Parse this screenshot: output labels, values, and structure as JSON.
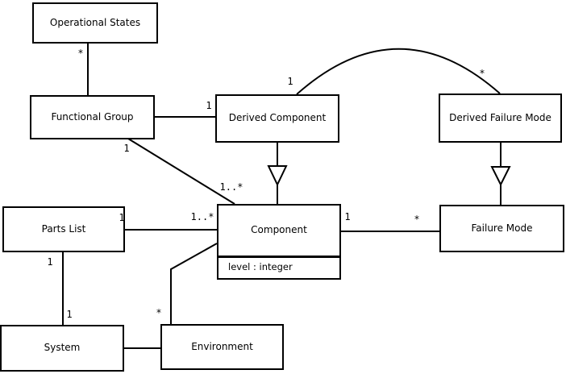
{
  "diagram": {
    "kind": "uml-class-diagram",
    "line_color": "#000000",
    "background_color": "#ffffff",
    "classes": [
      {
        "id": "operational-states",
        "label": "Operational States"
      },
      {
        "id": "functional-group",
        "label": "Functional Group"
      },
      {
        "id": "derived-component",
        "label": "Derived Component"
      },
      {
        "id": "derived-failure-mode",
        "label": "Derived Failure Mode"
      },
      {
        "id": "component",
        "label": "Component",
        "attributes": [
          "level : integer"
        ]
      },
      {
        "id": "failure-mode",
        "label": "Failure Mode"
      },
      {
        "id": "parts-list",
        "label": "Parts List"
      },
      {
        "id": "system",
        "label": "System"
      },
      {
        "id": "environment",
        "label": "Environment"
      }
    ],
    "multiplicities": [
      {
        "assoc": "operational-states/functional-group",
        "end": "operational-states",
        "text": "*"
      },
      {
        "assoc": "functional-group/derived-component",
        "end": "derived-component",
        "text": "1"
      },
      {
        "assoc": "functional-group/component",
        "end": "functional-group",
        "text": "1"
      },
      {
        "assoc": "functional-group/component",
        "end": "component",
        "text": "1..*"
      },
      {
        "assoc": "parts-list/component",
        "end": "parts-list",
        "text": "1"
      },
      {
        "assoc": "parts-list/component",
        "end": "component",
        "text": "1..*"
      },
      {
        "assoc": "parts-list/system",
        "end": "parts-list",
        "text": "1"
      },
      {
        "assoc": "parts-list/system",
        "end": "system",
        "text": "1"
      },
      {
        "assoc": "environment/component",
        "end": "environment",
        "text": "*"
      },
      {
        "assoc": "component/failure-mode",
        "end": "component",
        "text": "1"
      },
      {
        "assoc": "component/failure-mode",
        "end": "failure-mode",
        "text": "*"
      },
      {
        "assoc": "derived-component/derived-failure-mode",
        "end": "derived-component",
        "text": "1"
      },
      {
        "assoc": "derived-component/derived-failure-mode",
        "end": "derived-failure-mode",
        "text": "*"
      }
    ]
  }
}
